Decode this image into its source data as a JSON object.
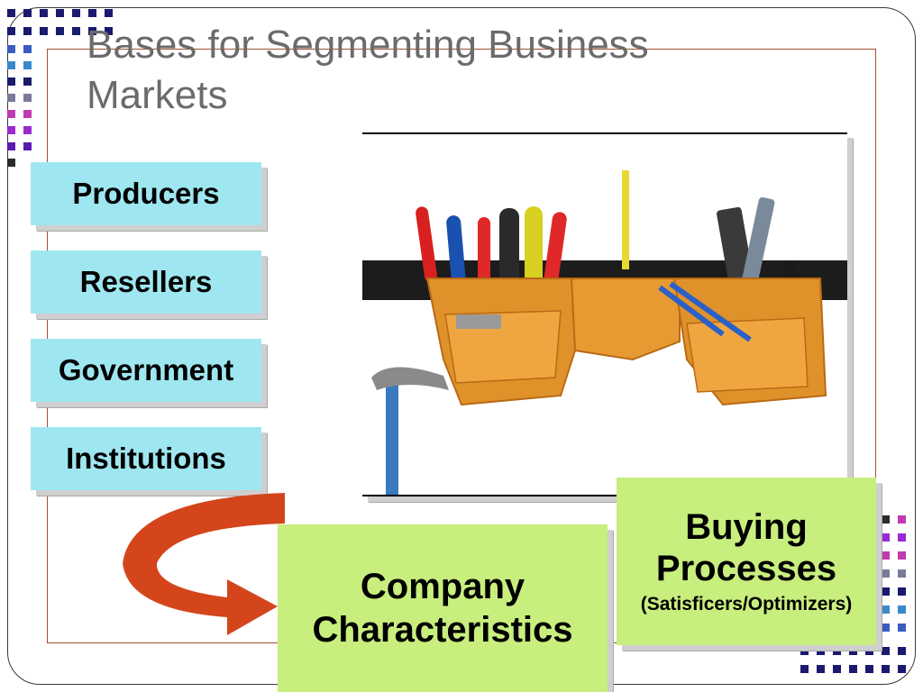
{
  "title": "Bases for Segmenting Business Markets",
  "segments": [
    "Producers",
    "Resellers",
    "Government",
    "Institutions"
  ],
  "company_box": {
    "line1": "Company",
    "line2": "Characteristics"
  },
  "buying_box": {
    "line1": "Buying",
    "line2": "Processes",
    "sub": "(Satisficers/Optimizers)"
  },
  "colors": {
    "segment_fill": "#9fe7f0",
    "green_fill": "#c8ee7e",
    "arrow": "#d4451c",
    "title": "#6b6b6b"
  },
  "icons": [
    "tool-belt-image",
    "curved-arrow-icon",
    "decorative-squares-top-left",
    "decorative-squares-bottom-right"
  ]
}
